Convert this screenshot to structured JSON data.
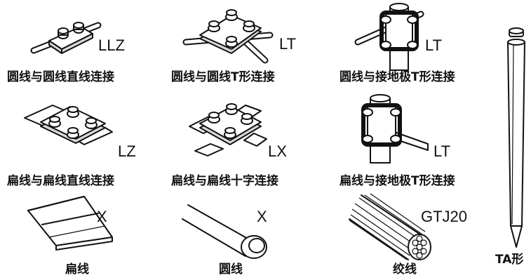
{
  "items": [
    {
      "code": "LLZ",
      "caption": "圆线与圆线直线连接"
    },
    {
      "code": "LT",
      "caption": "圆线与圆线T形连接"
    },
    {
      "code": "LT",
      "caption": "圆线与接地极T形连接"
    },
    {
      "code": "LZ",
      "caption": "扁线与扁线直线连接"
    },
    {
      "code": "LX",
      "caption": "扁线与扁线十字连接"
    },
    {
      "code": "LT",
      "caption": "扁线与接地极T形连接"
    },
    {
      "code": "X",
      "caption": "扁线"
    },
    {
      "code": "X",
      "caption": "圆线"
    },
    {
      "code": "GTJ20",
      "caption": "绞线"
    },
    {
      "code": "",
      "caption": "TA形"
    }
  ]
}
